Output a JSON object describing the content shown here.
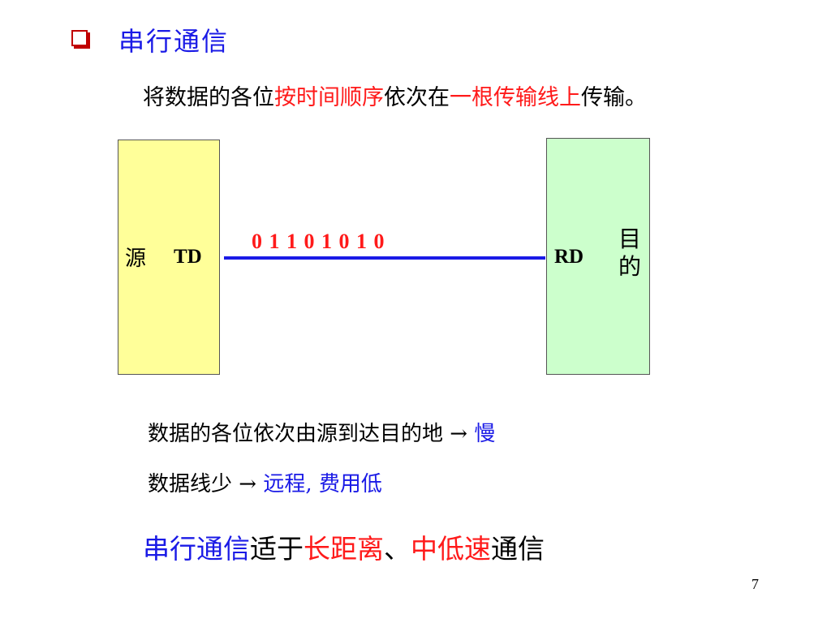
{
  "colors": {
    "blue": "#1a1ae6",
    "red": "#ff1a1a",
    "source_fill": "#ffff99",
    "dest_fill": "#ccffcc"
  },
  "title": "串行通信",
  "description": {
    "part1": "将数据的各位",
    "part2_red": "按时间顺序",
    "part3": "依次在",
    "part4_red": "一根传输线上",
    "part5": "传输。"
  },
  "diagram": {
    "source_label": "源",
    "td_label": "TD",
    "bits": "0 1 1 0 1 0 1 0",
    "rd_label": "RD",
    "dest_char1": "目",
    "dest_char2": "的"
  },
  "point1": {
    "text": "数据的各位依次由源到达目的地 → ",
    "highlight": "慢"
  },
  "point2": {
    "text": "数据线少 → ",
    "highlight": "远程, 费用低"
  },
  "conclusion": {
    "part1_blue": "串行通信",
    "part2": "适于",
    "part3_red": "长距离",
    "part4": "、",
    "part5_red": "中低速",
    "part6": "通信"
  },
  "page_number": "7"
}
